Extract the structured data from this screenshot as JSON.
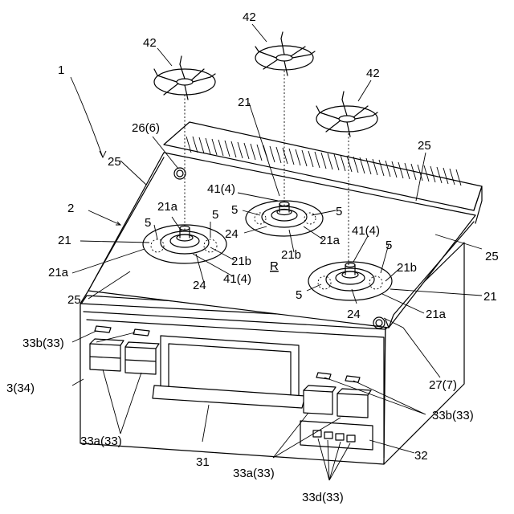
{
  "labels": {
    "l1": "1",
    "l2": "2",
    "l3": "3(34)",
    "l5a": "5",
    "l5b": "5",
    "l5c": "5",
    "l5d": "5",
    "l5e": "5",
    "l5f": "5",
    "l21a_left": "21",
    "l21a_center": "21",
    "l21a_right": "21",
    "l21a_a1": "21a",
    "l21a_a2": "21a",
    "l21a_a3": "21a",
    "l21a_a4": "21a",
    "l21b_1": "21b",
    "l21b_2": "21b",
    "l21b_3": "21b",
    "l24_1": "24",
    "l24_2": "24",
    "l24_3": "24",
    "l25_1": "25",
    "l25_2": "25",
    "l25_3": "25",
    "l25_4": "25",
    "l26": "26(6)",
    "l27": "27(7)",
    "l31": "31",
    "l32": "32",
    "l33a_1": "33a(33)",
    "l33a_2": "33a(33)",
    "l33b_1": "33b(33)",
    "l33b_2": "33b(33)",
    "l33d": "33d(33)",
    "l41_1": "41(4)",
    "l41_2": "41(4)",
    "l41_3": "41(4)",
    "l42_1": "42",
    "l42_2": "42",
    "l42_3": "42",
    "lR": "R"
  }
}
